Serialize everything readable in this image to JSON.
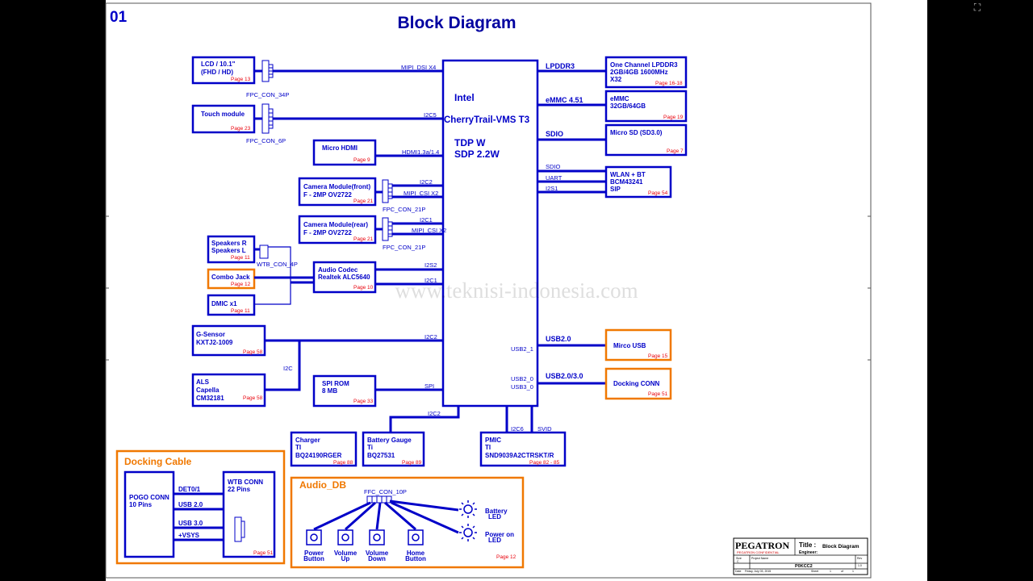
{
  "sheet_number": "01",
  "title": "Block Diagram",
  "watermark": "www.teknisi-indonesia.com",
  "cpu": {
    "line1": "Intel",
    "line2": "CherryTrail-VMS T3",
    "line3": "TDP W",
    "line4": "SDP 2.2W",
    "usb2_1": "USB2_1",
    "usb2_0": "USB2_0",
    "usb3_0": "USB3_0"
  },
  "left": {
    "lcd": {
      "l1": "LCD / 10.1\"",
      "l2": "(FHD / HD)",
      "page": "Page 13",
      "con": "FPC_CON_34P",
      "bus": "MIPI_DSI X4"
    },
    "touch": {
      "l1": "Touch module",
      "page": "Page 23",
      "con": "FPC_CON_6P",
      "bus": "I2C5"
    },
    "hdmi": {
      "l1": "Micro HDMI",
      "page": "Page 9",
      "bus": "HDMI1.3a/1.4"
    },
    "cam_front": {
      "l1": "Camera Module(front)",
      "l2": "F - 2MP OV2722",
      "page": "Page 21",
      "con": "FPC_CON_21P",
      "bus1": "I2C2",
      "bus2": "MIPI_CSI X2"
    },
    "cam_rear": {
      "l1": "Camera Module(rear)",
      "l2": "F - 2MP OV2722",
      "page": "Page 21",
      "con": "FPC_CON_21P",
      "bus1": "I2C1",
      "bus2": "MIPI_CSI X2"
    },
    "speakers": {
      "l1": "Speakers R",
      "l2": "Speakers L",
      "page": "Page 11",
      "con": "WTB_CON_4P"
    },
    "combo": {
      "l1": "Combo Jack",
      "page": "Page 12"
    },
    "dmic": {
      "l1": "DMIC x1",
      "page": "Page 11"
    },
    "codec": {
      "l1": "Audio Codec",
      "l2": "Realtek ALC5640",
      "page": "Page 10",
      "bus1": "I2S2",
      "bus2": "I2C1"
    },
    "gsensor": {
      "l1": "G-Sensor",
      "l2": "KXTJ2-1009",
      "page": "Page 58",
      "bus": "I2C2"
    },
    "i2c": "I2C",
    "als": {
      "l1": "ALS",
      "l2": "Capella",
      "l3": "CM32181",
      "page": "Page 58"
    },
    "spirom": {
      "l1": "SPI ROM",
      "l2": "8 MB",
      "page": "Page 33",
      "bus": "SPI"
    }
  },
  "right": {
    "lpddr": {
      "bus": "LPDDR3",
      "l1": "One Channel LPDDR3",
      "l2": "2GB/4GB 1600MHz",
      "l3": "X32",
      "page": "Page 16-18"
    },
    "emmc": {
      "bus": "eMMC 4.51",
      "l1": "eMMC",
      "l2": "32GB/64GB",
      "page": "Page 19"
    },
    "sd": {
      "bus": "SDIO",
      "l1": "Micro SD (SD3.0)",
      "page": "Page 7"
    },
    "wlan": {
      "b1": "SDIO",
      "b2": "UART",
      "b3": "I2S1",
      "l1": "WLAN + BT",
      "l2": "BCM43241",
      "l3": "SIP",
      "page": "Page 54"
    },
    "usb": {
      "bus": "USB2.0",
      "l1": "Mirco USB",
      "page": "Page 15"
    },
    "dock": {
      "bus": "USB2.0/3.0",
      "l1": "Docking CONN",
      "page": "Page 51"
    }
  },
  "bottom": {
    "i2c2": "I2C2",
    "charger": {
      "l1": "Charger",
      "l2": "TI",
      "l3": "BQ24190RGER",
      "page": "Page 88"
    },
    "gauge": {
      "l1": "Battery Gauge",
      "l2": "Ti",
      "l3": "BQ27531",
      "page": "Page 89"
    },
    "pmic": {
      "l1": "PMIC",
      "l2": "TI",
      "l3": "SND9039A2CTRSKT/R",
      "page": "Page 82 - 85",
      "bus1": "I2C6",
      "bus2": "SVID"
    }
  },
  "docking": {
    "title": "Docking Cable",
    "pogo1": "POGO CONN",
    "pogo2": "10 Pins",
    "wtb1": "WTB CONN",
    "wtb2": "22 Pins",
    "sig1": "DET0/1",
    "sig2": "USB 2.0",
    "sig3": "USB 3.0",
    "sig4": "+VSYS",
    "page": "Page 51"
  },
  "audio_db": {
    "title": "Audio_DB",
    "con": "FFC_CON_10P",
    "btn1": [
      "Power",
      "Button"
    ],
    "btn2": [
      "Volume",
      "Up"
    ],
    "btn3": [
      "Volume",
      "Down"
    ],
    "btn4": [
      "Home",
      "Button"
    ],
    "led1": [
      "Battery",
      "LED"
    ],
    "led2": [
      "Power on",
      "LED"
    ],
    "page": "Page 12"
  },
  "titleblock": {
    "company": "PEGATRON",
    "confidential": "PEGATRON CONFIDENTIAL",
    "title_label": "Title :",
    "title_value": "Block Diagram",
    "engineer": "Engineer:",
    "size_label": "Size",
    "size_value": "C",
    "project_label": "Project Name",
    "project_value": "P0KCC2",
    "rev_label": "Rev",
    "rev_value": "1.0",
    "date_label": "Date",
    "date_value": "Friday, July 03, 2015",
    "sheet_label": "Sheet",
    "sheet_value": "1",
    "of_label": "of",
    "of_value": "1"
  },
  "colors": {
    "wire": "#0000c8",
    "page_ref": "#e8000b",
    "highlight": "#f07800"
  }
}
